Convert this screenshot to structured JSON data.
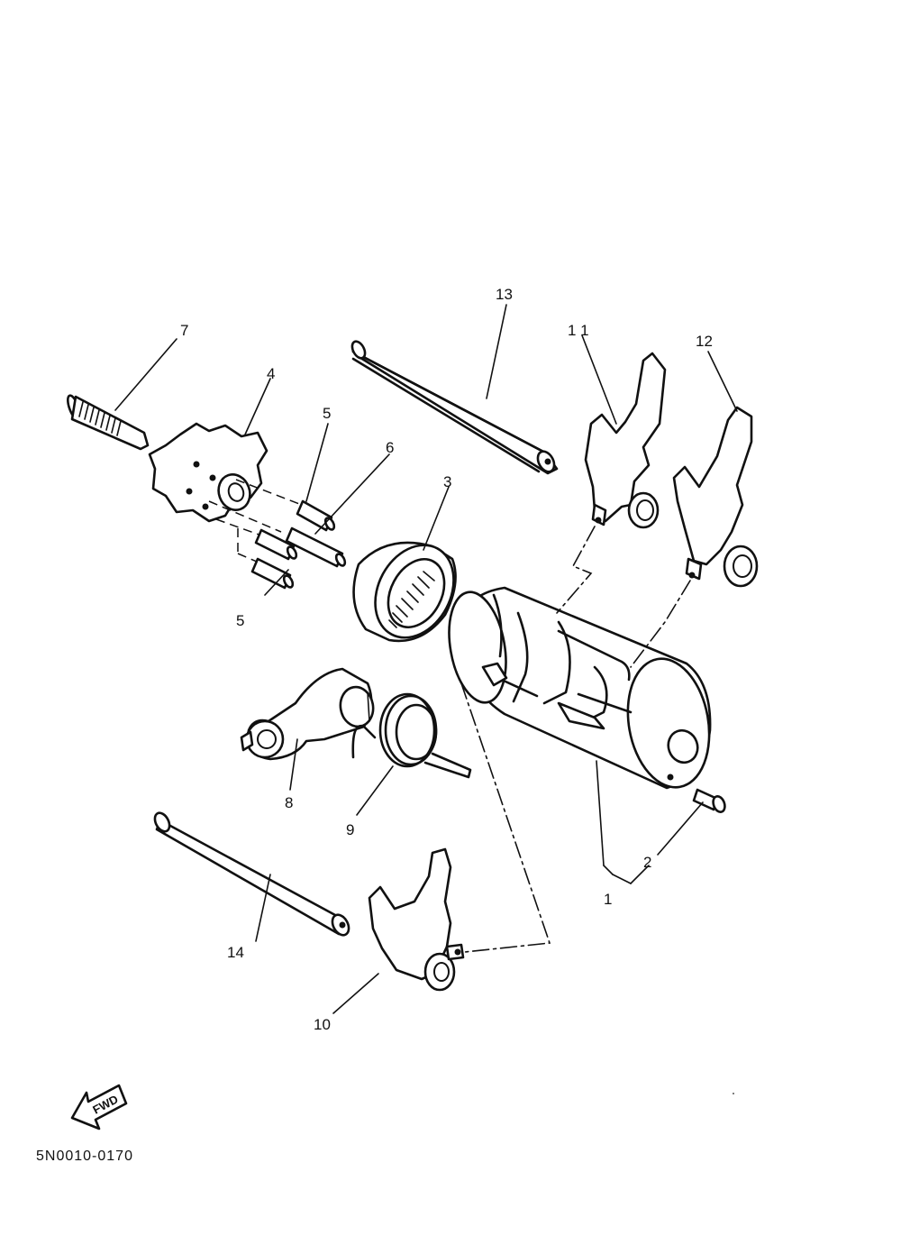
{
  "diagram": {
    "callouts": [
      {
        "id": "c1",
        "text": "1"
      },
      {
        "id": "c2",
        "text": "2"
      },
      {
        "id": "c3",
        "text": "3"
      },
      {
        "id": "c4",
        "text": "4"
      },
      {
        "id": "c5a",
        "text": "5"
      },
      {
        "id": "c5b",
        "text": "5"
      },
      {
        "id": "c6",
        "text": "6"
      },
      {
        "id": "c7",
        "text": "7"
      },
      {
        "id": "c8",
        "text": "8"
      },
      {
        "id": "c9",
        "text": "9"
      },
      {
        "id": "c10",
        "text": "10"
      },
      {
        "id": "c11",
        "text": "1 1"
      },
      {
        "id": "c12",
        "text": "12"
      },
      {
        "id": "c13",
        "text": "13"
      },
      {
        "id": "c14",
        "text": "14"
      }
    ],
    "fwd_label": "FWD",
    "drawing_code": "5N0010-0170"
  }
}
